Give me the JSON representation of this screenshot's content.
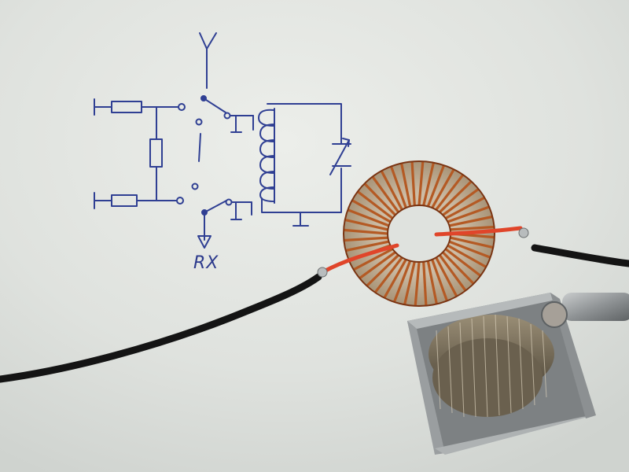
{
  "sketch": {
    "rx_label": "RX"
  },
  "colors": {
    "paper": "#e4e6e3",
    "ink": "#2f3f93",
    "copper": "#b45a24",
    "copper_dark": "#7a3412",
    "core": "#c9b9a4",
    "wire_red": "#e0452a",
    "cable": "#141414",
    "metal": "#9ea2a4",
    "metal_dark": "#5d6163"
  },
  "objects": [
    "hand-drawn-schematic",
    "toroidal-coil",
    "variable-capacitor",
    "black-cable-left",
    "black-cable-right"
  ]
}
